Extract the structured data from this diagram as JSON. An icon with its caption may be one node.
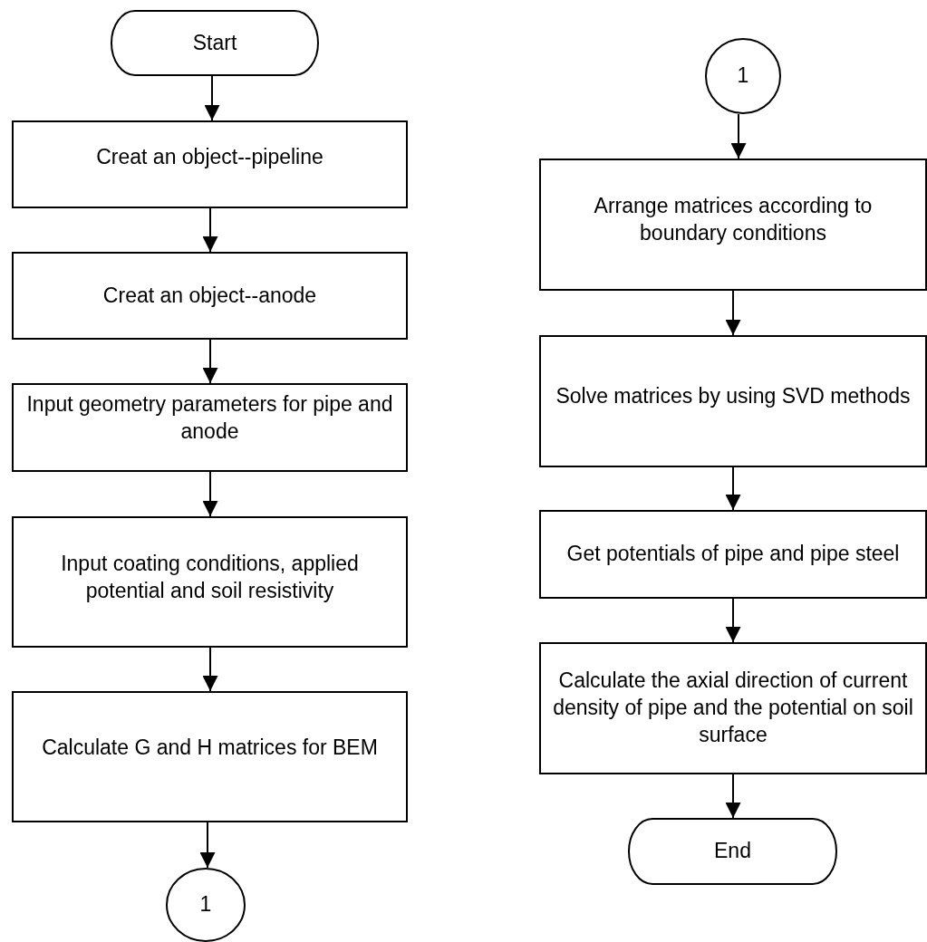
{
  "diagram": {
    "nodes": [
      {
        "text": [
          "Start"
        ]
      },
      {
        "text": [
          "Creat an object--pipeline"
        ]
      },
      {
        "text": [
          "Creat an object--anode"
        ]
      },
      {
        "text": [
          "Input geometry parameters for pipe and anode"
        ]
      },
      {
        "text": [
          "Input coating conditions, applied potential and soil resistivity"
        ]
      },
      {
        "text": [
          "Calculate G and H matrices for BEM"
        ]
      },
      {
        "text": [
          "1"
        ]
      },
      {
        "text": [
          "1"
        ]
      },
      {
        "text": [
          "Arrange matrices according to boundary conditions"
        ]
      },
      {
        "text": [
          "Solve matrices by using SVD methods"
        ]
      },
      {
        "text": [
          "Get potentials of pipe and pipe steel"
        ]
      },
      {
        "text": [
          "Calculate the axial direction of current density of pipe and the potential on soil surface"
        ]
      },
      {
        "text": [
          "End"
        ]
      }
    ],
    "edges": [
      {
        "from": 0,
        "to": 1,
        "arrow": "to"
      },
      {
        "from": 1,
        "to": 2,
        "arrow": "to"
      },
      {
        "from": 2,
        "to": 3,
        "arrow": "to"
      },
      {
        "from": 3,
        "to": 4,
        "arrow": "to"
      },
      {
        "from": 4,
        "to": 5,
        "arrow": "to"
      },
      {
        "from": 5,
        "to": 6,
        "arrow": "to"
      },
      {
        "from": 7,
        "to": 8,
        "arrow": "to"
      },
      {
        "from": 8,
        "to": 9,
        "arrow": "to"
      },
      {
        "from": 9,
        "to": 10,
        "arrow": "to"
      },
      {
        "from": 10,
        "to": 11,
        "arrow": "to"
      },
      {
        "from": 11,
        "to": 12,
        "arrow": "to"
      }
    ]
  }
}
